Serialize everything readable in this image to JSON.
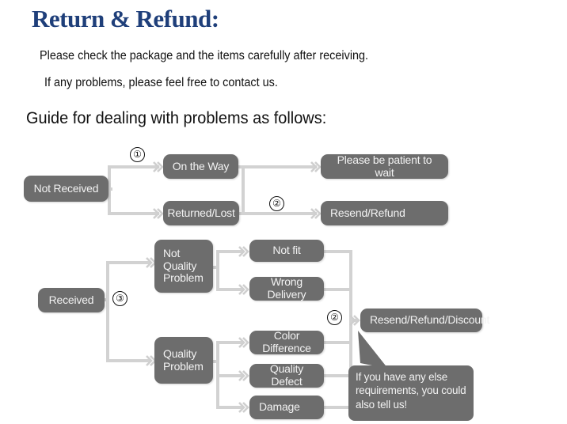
{
  "header": {
    "title": "Return & Refund:",
    "line1": "Please check the package and the items carefully after receiving.",
    "line2": "If any problems, please feel free to contact us.",
    "guide": "Guide for dealing with problems as follows:"
  },
  "colors": {
    "title": "#1f3f7a",
    "box_fill": "#6d6d6d",
    "box_text": "#f2f2f2",
    "connector": "#d2d2d2",
    "background": "#ffffff"
  },
  "flowchart": {
    "markers": {
      "one": "①",
      "two_top": "②",
      "two_bottom": "②",
      "three": "③"
    },
    "not_received": {
      "root": "Not Received",
      "branches": [
        {
          "label": "On the Way",
          "outcome": "Please be patient to wait"
        },
        {
          "label": "Returned/Lost",
          "outcome": "Resend/Refund"
        }
      ]
    },
    "received": {
      "root": "Received",
      "groups": [
        {
          "label_lines": [
            "Not",
            "Quality",
            "Problem"
          ],
          "reasons": [
            "Not fit",
            "Wrong Delivery"
          ]
        },
        {
          "label_lines": [
            "Quality",
            "Problem"
          ],
          "reasons": [
            "Color Difference",
            "Quality Defect",
            "Damage"
          ]
        }
      ],
      "outcome": "Resend/Refund/Discount"
    },
    "callout": {
      "line1": "If you have any else",
      "line2": "requirements, you could",
      "line3": "also tell us!"
    }
  }
}
